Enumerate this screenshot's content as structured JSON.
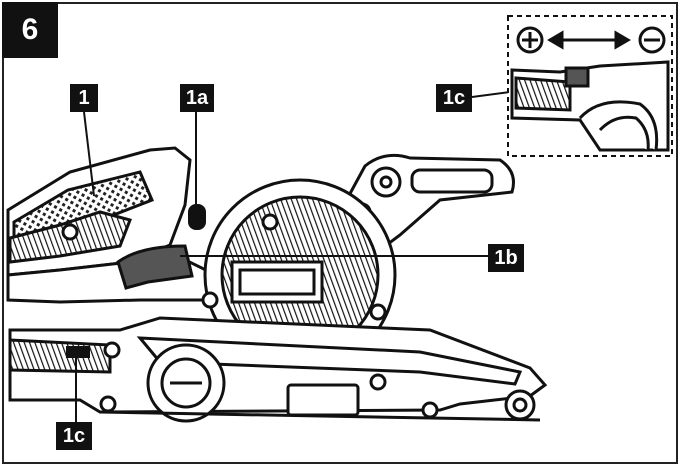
{
  "figure": {
    "number": "6"
  },
  "callouts": {
    "c1": "1",
    "c1a": "1a",
    "c1b": "1b",
    "c1c_top": "1c",
    "c1c_bottom": "1c"
  },
  "inset": {
    "plus_symbol": "+",
    "minus_symbol": "−",
    "icons": [
      "plus-circle-icon",
      "double-arrow-icon",
      "minus-circle-icon"
    ]
  },
  "colors": {
    "line": "#111111",
    "label_bg": "#111111",
    "label_text": "#ffffff"
  }
}
